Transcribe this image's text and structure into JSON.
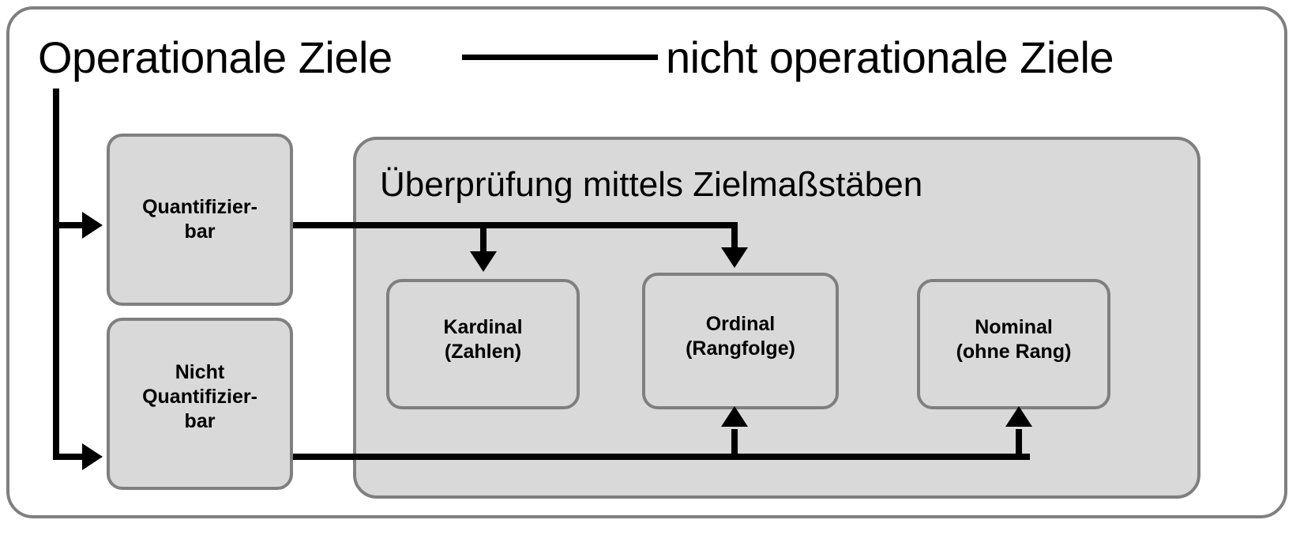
{
  "header": {
    "left_label": "Operationale Ziele",
    "divider": "horizontal-rule",
    "right_label": "nicht operationale Ziele"
  },
  "left_column": {
    "boxes": [
      {
        "id": "quantifizierbar",
        "label": "Quantifizier-\nbar"
      },
      {
        "id": "nicht-quantifizierbar",
        "label": "Nicht\nQuantifizier-\nbar"
      }
    ]
  },
  "panel": {
    "title": "Überprüfung mittels Zielmaßstäben",
    "boxes": [
      {
        "id": "kardinal",
        "label": "Kardinal\n(Zahlen)"
      },
      {
        "id": "ordinal",
        "label": "Ordinal\n(Rangfolge)"
      },
      {
        "id": "nominal",
        "label": "Nominal\n(ohne Rang)"
      }
    ]
  },
  "colors": {
    "frame_border": "#7f7f7f",
    "box_fill": "#d9d9d9",
    "box_border": "#7f7f7f",
    "connector": "#000000",
    "text": "#000000",
    "background": "#ffffff"
  },
  "connectors": [
    {
      "from": "operationale-ziele",
      "to": "quantifizierbar",
      "style": "arrow-right"
    },
    {
      "from": "operationale-ziele",
      "to": "nicht-quantifizierbar",
      "style": "arrow-right"
    },
    {
      "from": "quantifizierbar",
      "to": "kardinal",
      "style": "arrow-down"
    },
    {
      "from": "quantifizierbar",
      "to": "ordinal",
      "style": "arrow-down"
    },
    {
      "from": "nicht-quantifizierbar",
      "to": "ordinal",
      "style": "arrow-up"
    },
    {
      "from": "nicht-quantifizierbar",
      "to": "nominal",
      "style": "arrow-up"
    }
  ]
}
